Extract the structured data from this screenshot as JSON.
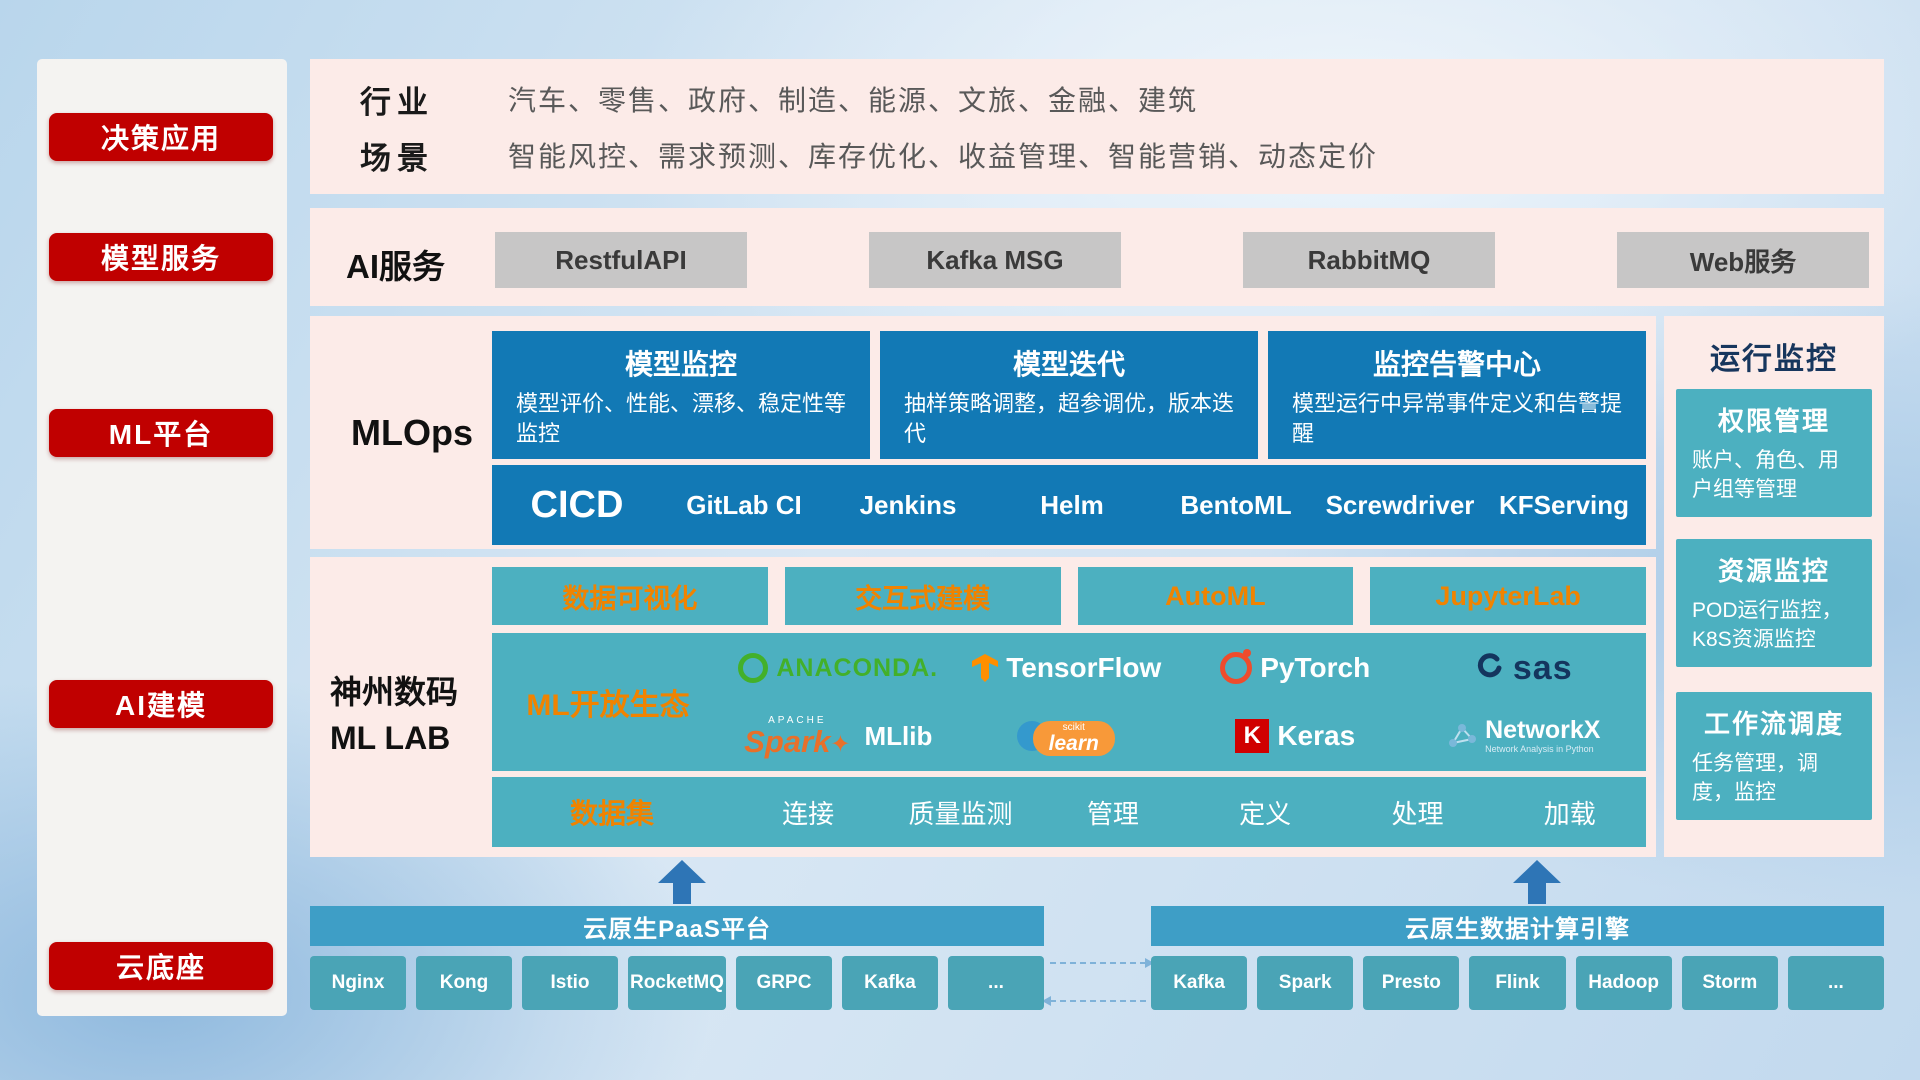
{
  "sidebar": {
    "items": [
      {
        "label": "决策应用"
      },
      {
        "label": "模型服务"
      },
      {
        "label": "ML平台"
      },
      {
        "label": "AI建模"
      },
      {
        "label": "云底座"
      }
    ]
  },
  "industry": {
    "row1_label": "行业",
    "row1_value": "汽车、零售、政府、制造、能源、文旅、金融、建筑",
    "row2_label": "场景",
    "row2_value": "智能风控、需求预测、库存优化、收益管理、智能营销、动态定价"
  },
  "ai_service": {
    "label": "AI服务",
    "items": [
      {
        "label": "RestfulAPI"
      },
      {
        "label": "Kafka MSG"
      },
      {
        "label": "RabbitMQ"
      },
      {
        "label": "Web服务"
      }
    ]
  },
  "mlops": {
    "label": "MLOps",
    "cards": [
      {
        "title": "模型监控",
        "desc": "模型评价、性能、漂移、稳定性等监控"
      },
      {
        "title": "模型迭代",
        "desc": "抽样策略调整，超参调优，版本迭代"
      },
      {
        "title": "监控告警中心",
        "desc": "模型运行中异常事件定义和告警提醒"
      }
    ],
    "cicd": {
      "label": "CICD",
      "items": [
        {
          "label": "GitLab CI"
        },
        {
          "label": "Jenkins"
        },
        {
          "label": "Helm"
        },
        {
          "label": "BentoML"
        },
        {
          "label": "Screwdriver"
        },
        {
          "label": "KFServing"
        }
      ]
    }
  },
  "mllab": {
    "label_line1": "神州数码",
    "label_line2": "ML LAB",
    "tools": [
      {
        "label": "数据可视化"
      },
      {
        "label": "交互式建模"
      },
      {
        "label": "AutoML"
      },
      {
        "label": "JupyterLab"
      }
    ],
    "ecosystem": {
      "label": "ML开放生态",
      "logos": [
        {
          "name": "ANACONDA."
        },
        {
          "name": "TensorFlow"
        },
        {
          "name": "PyTorch"
        },
        {
          "name": "sas"
        },
        {
          "apache": "APACHE",
          "name": "Spark",
          "star": "✦",
          "lib": "MLlib"
        },
        {
          "sub": "scikit",
          "name": "learn"
        },
        {
          "k": "K",
          "name": "Keras"
        },
        {
          "name": "NetworkX",
          "sub": "Network Analysis in Python"
        }
      ]
    },
    "dataset": {
      "label": "数据集",
      "items": [
        {
          "label": "连接"
        },
        {
          "label": "质量监测"
        },
        {
          "label": "管理"
        },
        {
          "label": "定义"
        },
        {
          "label": "处理"
        },
        {
          "label": "加载"
        }
      ]
    }
  },
  "monitoring": {
    "title": "运行监控",
    "cards": [
      {
        "title": "权限管理",
        "desc": "账户、角色、用户组等管理"
      },
      {
        "title": "资源监控",
        "desc": "POD运行监控，K8S资源监控"
      },
      {
        "title": "工作流调度",
        "desc": "任务管理，调度，监控"
      }
    ]
  },
  "foundation": {
    "paas": {
      "title": "云原生PaaS平台",
      "items": [
        {
          "label": "Nginx"
        },
        {
          "label": "Kong"
        },
        {
          "label": "Istio"
        },
        {
          "label": "RocketMQ"
        },
        {
          "label": "GRPC"
        },
        {
          "label": "Kafka"
        },
        {
          "label": "..."
        }
      ]
    },
    "engine": {
      "title": "云原生数据计算引擎",
      "items": [
        {
          "label": "Kafka"
        },
        {
          "label": "Spark"
        },
        {
          "label": "Presto"
        },
        {
          "label": "Flink"
        },
        {
          "label": "Hadoop"
        },
        {
          "label": "Storm"
        },
        {
          "label": "..."
        }
      ]
    }
  },
  "colors": {
    "accent_red": "#c00000",
    "panel_pink": "#fcebe8",
    "card_blue": "#1279b5",
    "teal": "#4cb0c0",
    "orange_text": "#f08300",
    "bar_blue": "#3e9ec6",
    "chip_teal": "#4aa4b6",
    "gray_chip": "#c7c6c6",
    "arrow_blue": "#2e75b6"
  }
}
